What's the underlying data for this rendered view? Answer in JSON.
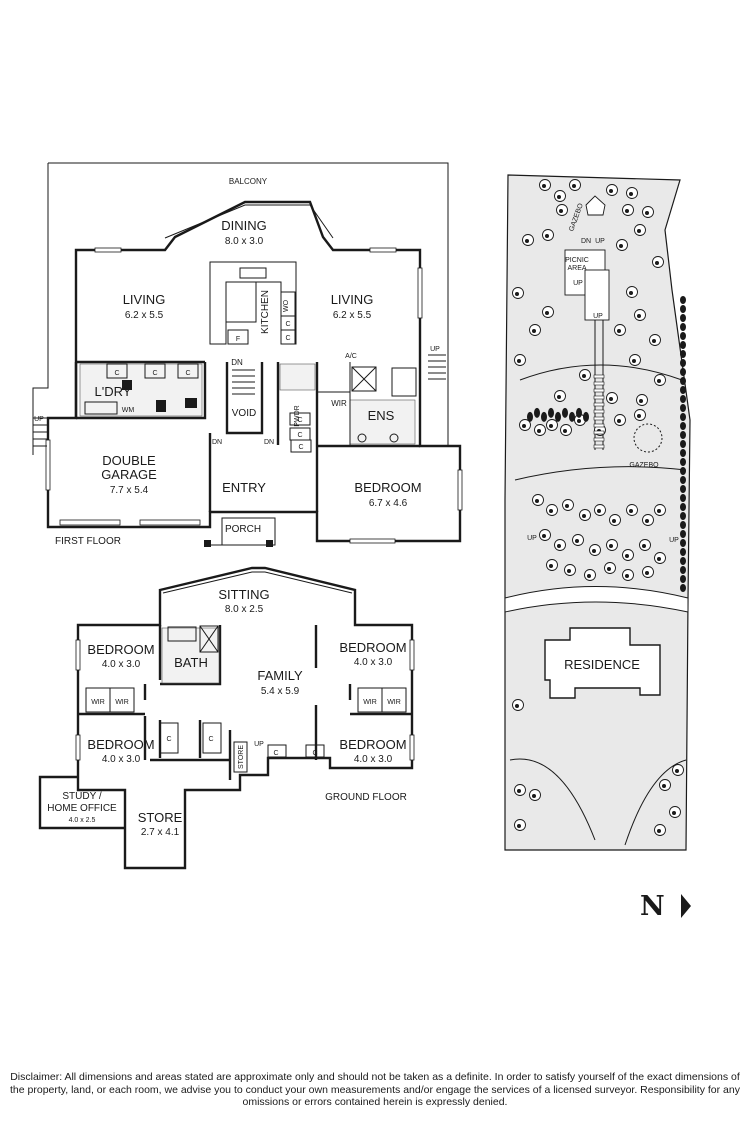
{
  "first_floor": {
    "caption": "FIRST FLOOR",
    "balcony": "BALCONY",
    "dining": {
      "name": "DINING",
      "size": "8.0 x 3.0"
    },
    "living_left": {
      "name": "LIVING",
      "size": "6.2 x 5.5"
    },
    "living_right": {
      "name": "LIVING",
      "size": "6.2 x 5.5"
    },
    "kitchen": "KITCHEN",
    "kitchen_wo": "WO",
    "kitchen_f": "F",
    "cupboard": "C",
    "laundry": "L'DRY",
    "wm": "WM",
    "void": "VOID",
    "pwdr": "PWDR",
    "wir": "WIR",
    "ens": "ENS",
    "ac": "A/C",
    "dn": "DN",
    "up": "UP",
    "double_garage": {
      "name": "DOUBLE",
      "name2": "GARAGE",
      "size": "7.7 x 5.4"
    },
    "entry": "ENTRY",
    "porch": "PORCH",
    "bedroom": {
      "name": "BEDROOM",
      "size": "6.7 x 4.6"
    }
  },
  "ground_floor": {
    "caption": "GROUND FLOOR",
    "sitting": {
      "name": "SITTING",
      "size": "8.0 x 2.5"
    },
    "family": {
      "name": "FAMILY",
      "size": "5.4 x 5.9"
    },
    "bath": "BATH",
    "bedroom_tl": {
      "name": "BEDROOM",
      "size": "4.0 x 3.0"
    },
    "bedroom_tr": {
      "name": "BEDROOM",
      "size": "4.0 x 3.0"
    },
    "bedroom_bl": {
      "name": "BEDROOM",
      "size": "4.0 x 3.0"
    },
    "bedroom_br": {
      "name": "BEDROOM",
      "size": "4.0 x 3.0"
    },
    "wir": "WIR",
    "cupboard": "C",
    "store_small": "STORE",
    "up": "UP",
    "study": {
      "name": "STUDY /",
      "name2": "HOME OFFICE",
      "size": "4.0 x 2.5"
    },
    "store": {
      "name": "STORE",
      "size": "2.7 x 4.1"
    }
  },
  "site_plan": {
    "residence": "RESIDENCE",
    "gazebo_top": "GAZEBO",
    "gazebo_bottom": "GAZEBO",
    "picnic_area": "PICNIC",
    "picnic_area2": "AREA",
    "dn": "DN",
    "up": "UP"
  },
  "north": {
    "letter": "N"
  },
  "disclaimer": "Disclaimer: All dimensions and areas stated are approximate only and should not be taken as a definite. In order to satisfy yourself of the exact dimensions of the property, land, or each room, we advise you to conduct your own measurements and/or engage the services of a licensed surveyor. Responsibility for any omissions or errors contained herein is expressly denied."
}
